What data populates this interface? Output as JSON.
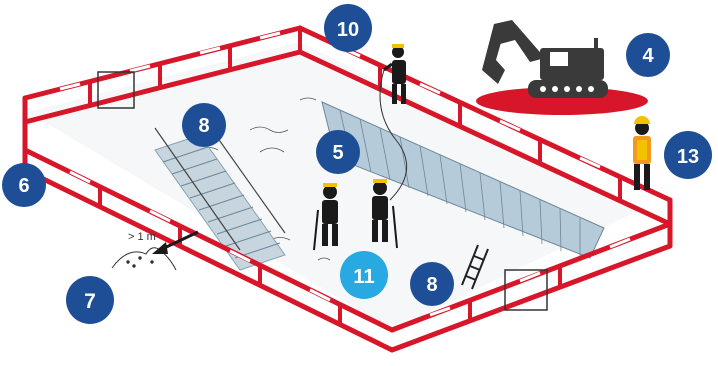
{
  "colors": {
    "badge": "#1d4e96",
    "badge_highlight": "#29a9e1",
    "barrier_red": "#d7162a",
    "barrier_white": "#ffffff",
    "machine_grey": "#3a3a3a",
    "machine_base_red": "#d7162a",
    "worker_dark": "#1a1a1a",
    "hivis_yellow": "#f2c200",
    "hivis_orange": "#f39a1e",
    "shoring_blue": "#a9c3d4"
  },
  "icons": [
    "excavator-icon",
    "worker-icon",
    "ladder-icon",
    "soil-pile-icon",
    "arrow-icon"
  ],
  "labels": {
    "dimension": "> 1 m"
  },
  "badges": {
    "b4": "4",
    "b5": "5",
    "b6": "6",
    "b7": "7",
    "b8a": "8",
    "b8b": "8",
    "b10": "10",
    "b11": "11",
    "b13": "13"
  }
}
